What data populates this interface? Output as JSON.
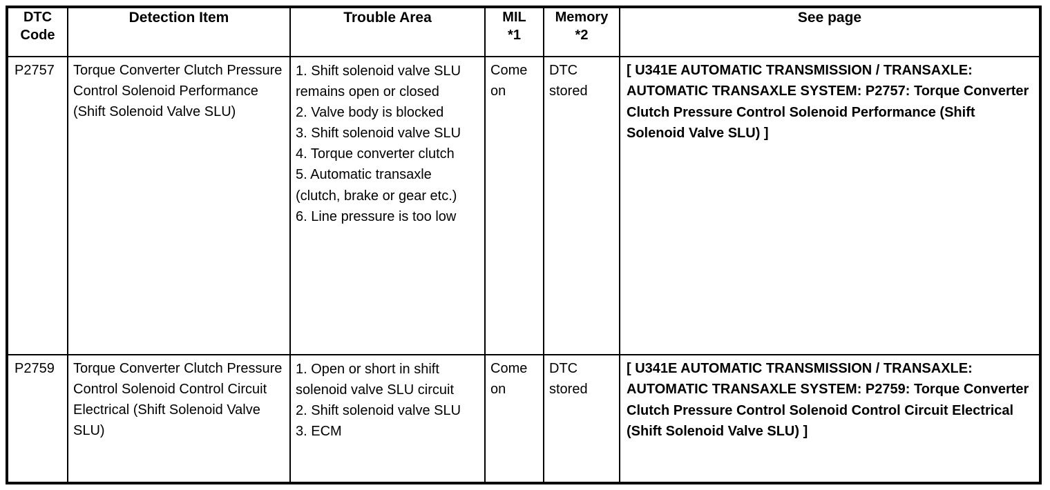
{
  "table": {
    "columns": [
      {
        "key": "dtc_code",
        "label": "DTC\nCode"
      },
      {
        "key": "detection_item",
        "label": "Detection Item"
      },
      {
        "key": "trouble_area",
        "label": "Trouble Area"
      },
      {
        "key": "mil",
        "label": "MIL\n*1"
      },
      {
        "key": "memory",
        "label": "Memory\n*2"
      },
      {
        "key": "see_page",
        "label": "See page"
      }
    ],
    "rows": [
      {
        "dtc_code": "P2757",
        "detection_item": "Torque Converter Clutch Pressure Control Solenoid Performance (Shift Solenoid Valve SLU)",
        "trouble_area": "1. Shift solenoid valve SLU remains open or closed\n2. Valve body is blocked\n3. Shift solenoid valve SLU\n4. Torque converter clutch\n5. Automatic transaxle (clutch, brake or gear etc.)\n6. Line pressure is too low",
        "mil": "Come on",
        "memory": "DTC stored",
        "see_page": "[ U341E AUTOMATIC TRANSMISSION / TRANSAXLE: AUTOMATIC TRANSAXLE SYSTEM: P2757: Torque Converter Clutch Pressure Control Solenoid Performance (Shift Solenoid Valve SLU) ]"
      },
      {
        "dtc_code": "P2759",
        "detection_item": "Torque Converter Clutch Pressure Control Solenoid Control Circuit Electrical (Shift Solenoid Valve SLU)",
        "trouble_area": "1. Open or short in shift solenoid valve SLU circuit\n2. Shift solenoid valve SLU\n3. ECM",
        "mil": "Come on",
        "memory": "DTC stored",
        "see_page": "[ U341E AUTOMATIC TRANSMISSION / TRANSAXLE: AUTOMATIC TRANSAXLE SYSTEM: P2759: Torque Converter Clutch Pressure Control Solenoid Control Circuit Electrical (Shift Solenoid Valve SLU) ]"
      }
    ]
  },
  "style": {
    "border_color": "#000000",
    "text_color": "#000000",
    "background": "#ffffff"
  }
}
